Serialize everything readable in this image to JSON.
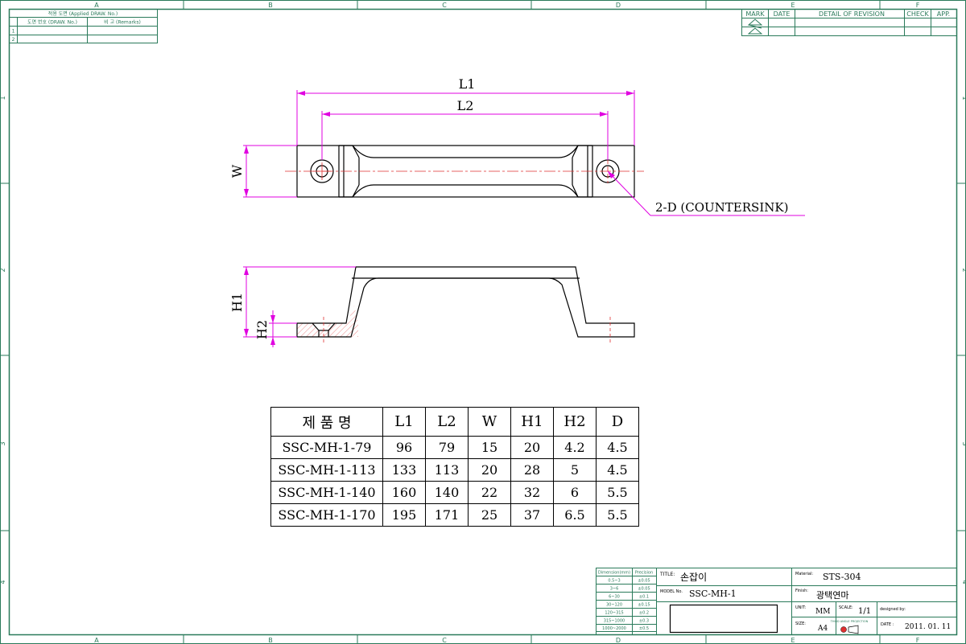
{
  "frame": {
    "col_labels": [
      "A",
      "B",
      "C",
      "D",
      "E",
      "F"
    ],
    "row_labels": [
      "1",
      "2",
      "3",
      "4"
    ]
  },
  "applied_drawing_table": {
    "title": "적용 도면 (Applied DRAW. No.)",
    "col1": "도면 번호 (DRAW. No.)",
    "col2": "비 고 (Remarks)",
    "rows": [
      "1",
      "2"
    ]
  },
  "revision_table": {
    "headers": [
      "MARK",
      "DATE",
      "DETAIL OF REVISION",
      "CHECK",
      "APP."
    ]
  },
  "drawing": {
    "dim_L1": "L1",
    "dim_L2": "L2",
    "dim_W": "W",
    "dim_H1": "H1",
    "dim_H2": "H2",
    "callout": "2-D (COUNTERSINK)"
  },
  "spec_table": {
    "headers": [
      "제 품 명",
      "L1",
      "L2",
      "W",
      "H1",
      "H2",
      "D"
    ],
    "rows": [
      [
        "SSC-MH-1-79",
        "96",
        "79",
        "15",
        "20",
        "4.2",
        "4.5"
      ],
      [
        "SSC-MH-1-113",
        "133",
        "113",
        "20",
        "28",
        "5",
        "4.5"
      ],
      [
        "SSC-MH-1-140",
        "160",
        "140",
        "22",
        "32",
        "6",
        "5.5"
      ],
      [
        "SSC-MH-1-170",
        "195",
        "171",
        "25",
        "37",
        "6.5",
        "5.5"
      ]
    ]
  },
  "title_block": {
    "tolerance_headers": [
      "Dimension(mm)",
      "Precision"
    ],
    "tolerance_rows": [
      [
        "0.5~3",
        "±0.05"
      ],
      [
        "3~6",
        "±0.05"
      ],
      [
        "6~30",
        "±0.1"
      ],
      [
        "30~120",
        "±0.15"
      ],
      [
        "120~315",
        "±0.2"
      ],
      [
        "315~1000",
        "±0.3"
      ],
      [
        "1000~2000",
        "±0.5"
      ]
    ],
    "title_label": "TITLE:",
    "title_value": "손잡이",
    "model_label": "MODEL No.",
    "model_value": "SSC-MH-1",
    "material_label": "Material:",
    "material_value": "STS-304",
    "finish_label": "Finish:",
    "finish_value": "광택연마",
    "unit_label": "UNIT:",
    "unit_value": "MM",
    "scale_label": "SCALE:",
    "scale_value": "1/1",
    "designed_label": "designed by:",
    "size_label": "SIZE:",
    "size_value": "A4",
    "date_label": "DATE :",
    "date_value": "2011. 01. 11",
    "projection_text": "THIRD ANGLE PROJECTION"
  },
  "colors": {
    "frame": "#2a7a5a",
    "dimension": "#e000e0",
    "centerline": "#e03030",
    "outline": "#000000"
  }
}
